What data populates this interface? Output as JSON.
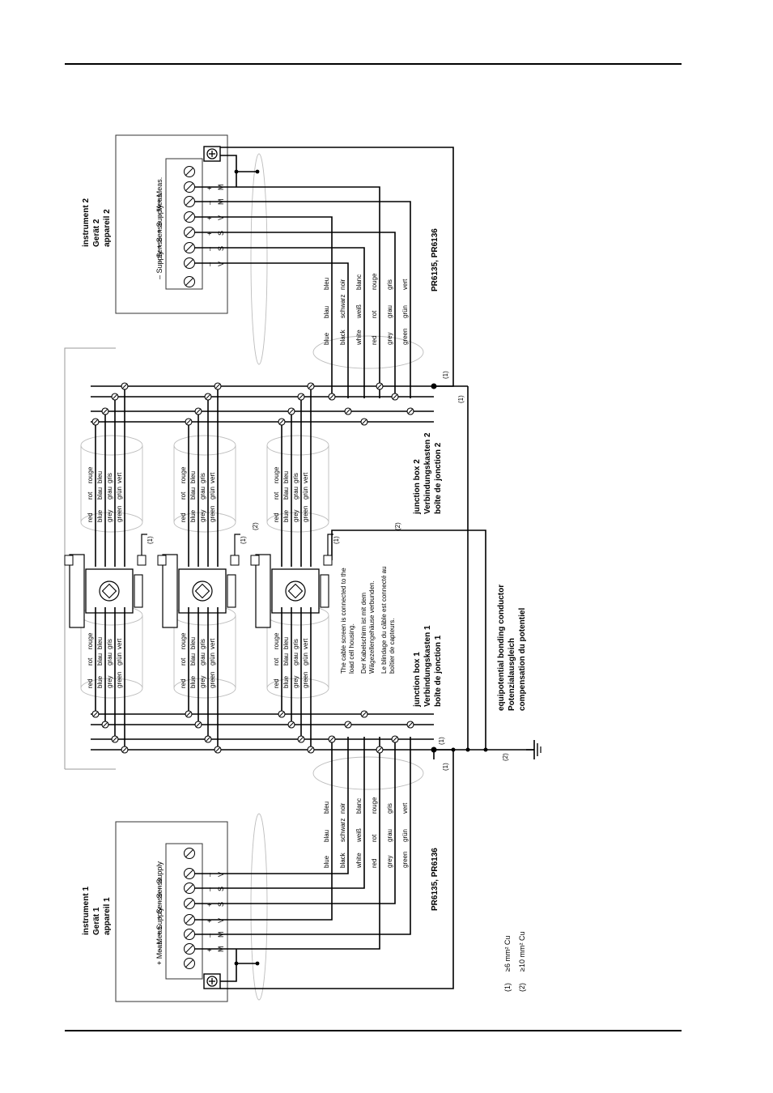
{
  "instrument1": {
    "l1": "instrument 1",
    "l2": "Gerät 1",
    "l3": "appareil 1"
  },
  "instrument2": {
    "l1": "instrument 2",
    "l2": "Gerät 2",
    "l3": "appareil 2"
  },
  "terminal_labels": [
    "+ Meas.",
    "– Meas.",
    "+ Supply",
    "+ Sense",
    "– Sense",
    "– Supply"
  ],
  "terminal_codes": [
    [
      "+",
      "M"
    ],
    [
      "–",
      "M"
    ],
    [
      "+",
      "V"
    ],
    [
      "+",
      "S"
    ],
    [
      "–",
      "S"
    ],
    [
      "–",
      "V"
    ]
  ],
  "cable_type": "PR6135, PR6136",
  "cable_colors": [
    {
      "en": "blue",
      "de": "blau",
      "fr": "bleu"
    },
    {
      "en": "black",
      "de": "schwarz",
      "fr": "noir"
    },
    {
      "en": "white",
      "de": "weiß",
      "fr": "blanc"
    },
    {
      "en": "red",
      "de": "rot",
      "fr": "rouge"
    },
    {
      "en": "grey",
      "de": "grau",
      "fr": "gris"
    },
    {
      "en": "green",
      "de": "grün",
      "fr": "vert"
    }
  ],
  "loadcell_colors": [
    {
      "en": "red",
      "de": "rot",
      "fr": "rouge"
    },
    {
      "en": "blue",
      "de": "blau",
      "fr": "bleu"
    },
    {
      "en": "grey",
      "de": "grau",
      "fr": "gris"
    },
    {
      "en": "green",
      "de": "grün",
      "fr": "vert"
    }
  ],
  "junction_box_1": {
    "l1": "junction box 1",
    "l2": "Verbindungskasten 1",
    "l3": "boîte de jonction 1"
  },
  "junction_box_2": {
    "l1": "junction box 2",
    "l2": "Verbindungskasten 2",
    "l3": "boîte de jonction 2"
  },
  "equipotential": {
    "l1": "equipotential bonding conductor",
    "l2": "Potenzialausgleich",
    "l3": "compensation du potentiel"
  },
  "screen_note": [
    "The cable screen is connected to the",
    "load cell housing.",
    "Der Kabelschirm ist mit dem",
    "Wägezellengehäuse verbunden.",
    "Le blindage du câble est connecté au",
    "boîtier de capteurs."
  ],
  "refs": {
    "r1": "(1)",
    "r2": "(2)"
  },
  "legend": [
    {
      "mark": "(1)",
      "text": "≥6 mm² Cu"
    },
    {
      "mark": "(2)",
      "text": "≥10 mm² Cu"
    }
  ],
  "ground_icon": "ground-icon",
  "earth_terminal_icon": "earth-terminal-icon"
}
